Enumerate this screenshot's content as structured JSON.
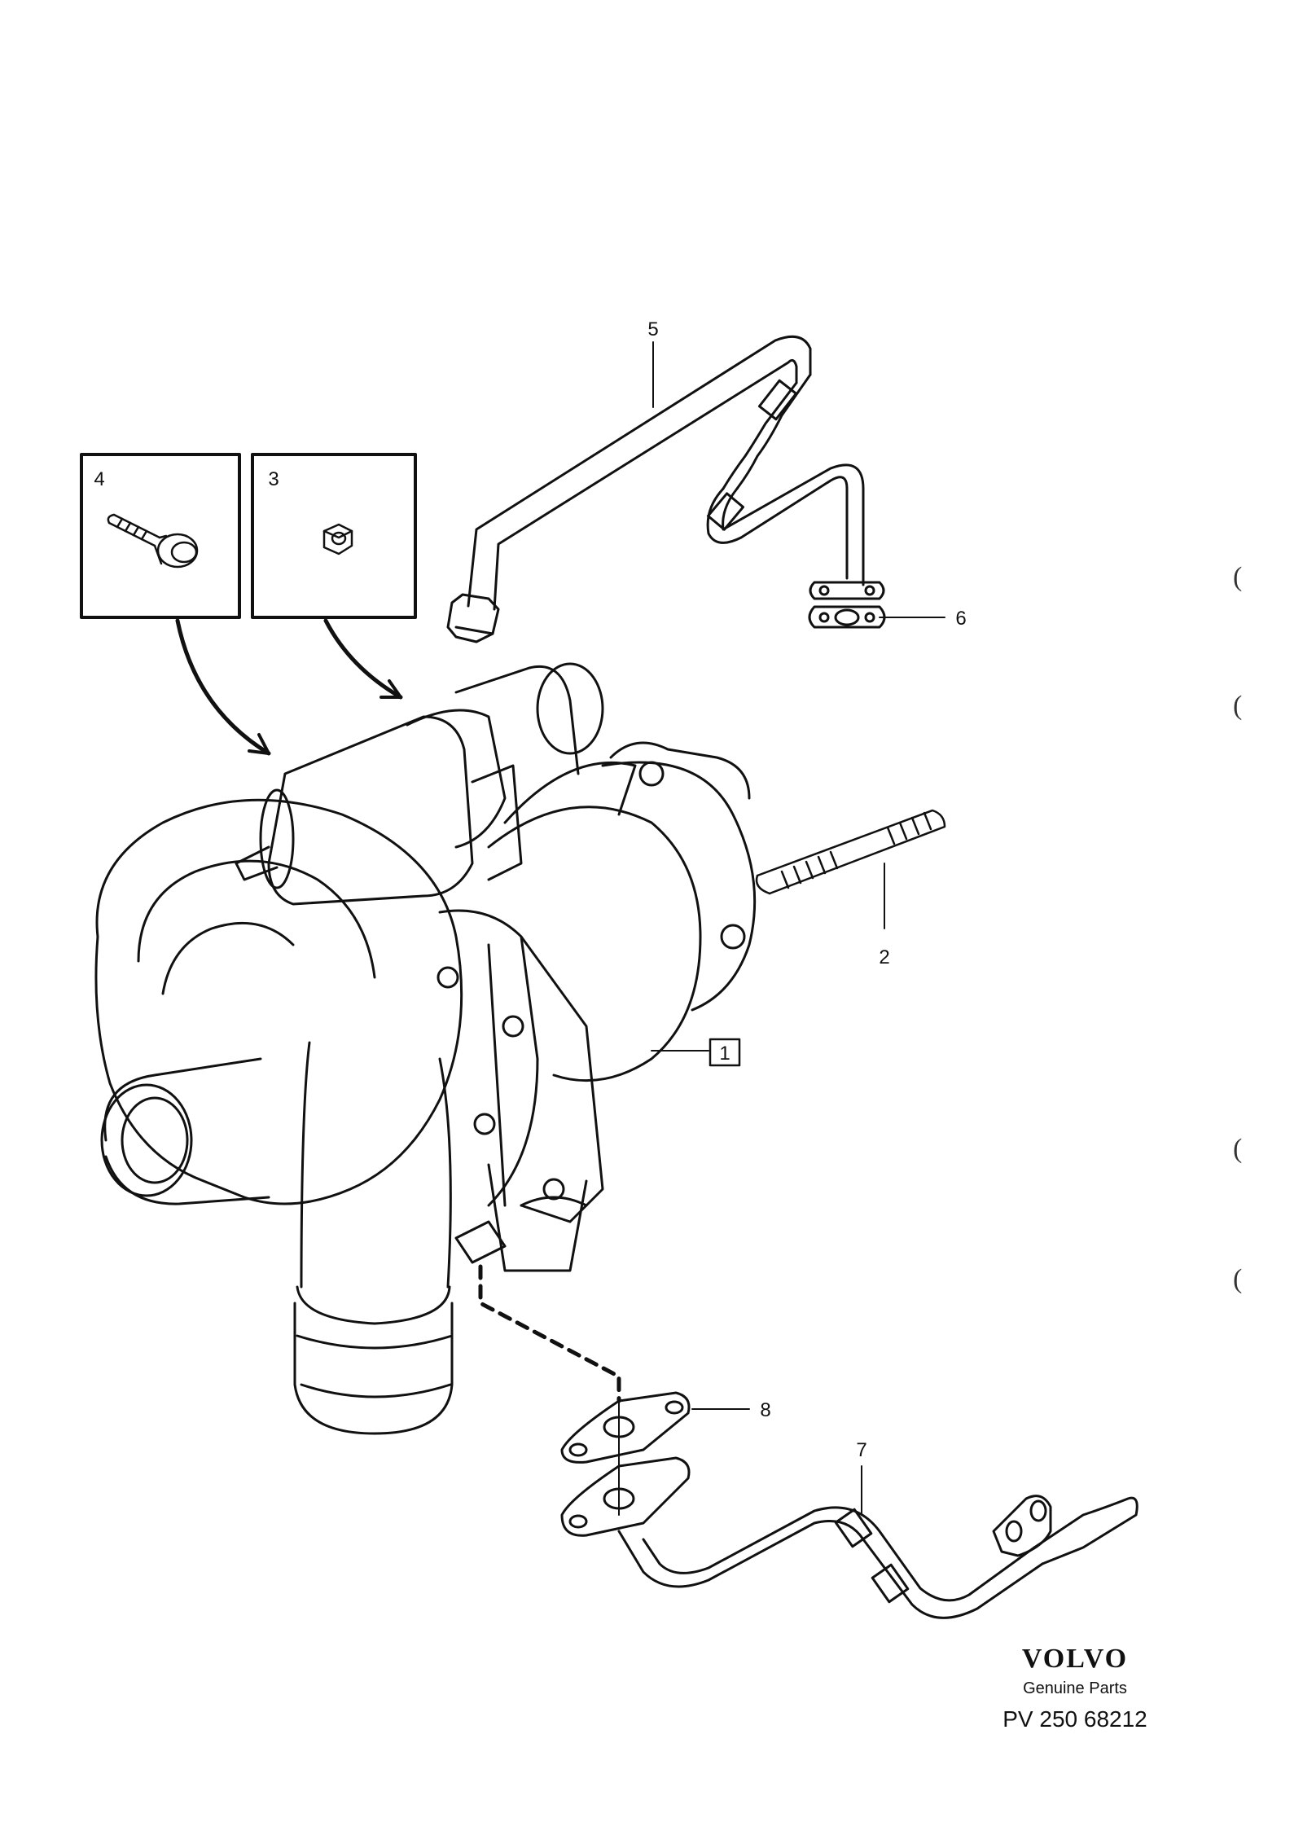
{
  "callouts": {
    "c1": "1",
    "c2": "2",
    "c3": "3",
    "c4": "4",
    "c5": "5",
    "c6": "6",
    "c7": "7",
    "c8": "8"
  },
  "brand": {
    "logo": "VOLVO",
    "subtitle": "Genuine Parts",
    "part_number": "PV 250 68212"
  },
  "margin_marks": [
    "(",
    "(",
    "(",
    "("
  ]
}
